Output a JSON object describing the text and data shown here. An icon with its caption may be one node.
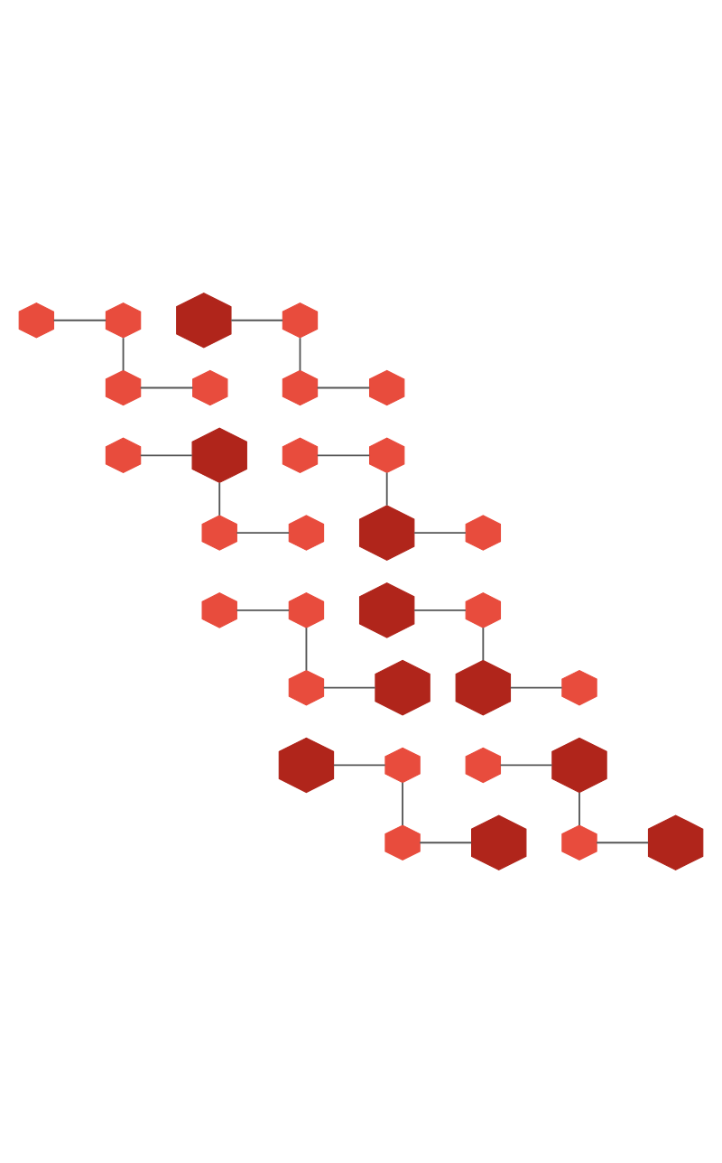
{
  "diagram": {
    "nodes": [
      {
        "text": [],
        "shape": "hexagon"
      },
      {
        "text": [],
        "shape": "hexagon"
      },
      {
        "text": [],
        "shape": "hexagon"
      },
      {
        "text": [],
        "shape": "hexagon"
      },
      {
        "text": [],
        "shape": "hexagon"
      },
      {
        "text": [],
        "shape": "hexagon"
      },
      {
        "text": [],
        "shape": "hexagon"
      },
      {
        "text": [],
        "shape": "hexagon"
      },
      {
        "text": [],
        "shape": "hexagon"
      },
      {
        "text": [],
        "shape": "hexagon"
      },
      {
        "text": [],
        "shape": "hexagon"
      },
      {
        "text": [],
        "shape": "hexagon"
      },
      {
        "text": [],
        "shape": "hexagon"
      },
      {
        "text": [],
        "shape": "hexagon"
      },
      {
        "text": [],
        "shape": "hexagon"
      },
      {
        "text": [],
        "shape": "hexagon"
      },
      {
        "text": [],
        "shape": "hexagon"
      },
      {
        "text": [],
        "shape": "hexagon"
      },
      {
        "text": [],
        "shape": "hexagon"
      },
      {
        "text": [],
        "shape": "hexagon"
      },
      {
        "text": [],
        "shape": "hexagon"
      },
      {
        "text": [],
        "shape": "hexagon"
      },
      {
        "text": [],
        "shape": "hexagon"
      },
      {
        "text": [],
        "shape": "hexagon"
      },
      {
        "text": [],
        "shape": "hexagon"
      },
      {
        "text": [],
        "shape": "hexagon"
      },
      {
        "text": [],
        "shape": "hexagon"
      },
      {
        "text": [],
        "shape": "hexagon"
      },
      {
        "text": [],
        "shape": "hexagon"
      },
      {
        "text": [],
        "shape": "hexagon"
      },
      {
        "text": [],
        "shape": "hexagon"
      },
      {
        "text": [],
        "shape": "hexagon"
      }
    ],
    "edges": [
      {
        "from": 0,
        "to": 1,
        "arrow": "none"
      },
      {
        "from": 1,
        "to": 2,
        "arrow": "none"
      },
      {
        "from": 2,
        "to": 3,
        "arrow": "none"
      },
      {
        "from": 4,
        "to": 5,
        "arrow": "none"
      },
      {
        "from": 5,
        "to": 6,
        "arrow": "none"
      },
      {
        "from": 6,
        "to": 7,
        "arrow": "none"
      },
      {
        "from": 8,
        "to": 9,
        "arrow": "none"
      },
      {
        "from": 9,
        "to": 10,
        "arrow": "none"
      },
      {
        "from": 10,
        "to": 11,
        "arrow": "none"
      },
      {
        "from": 12,
        "to": 13,
        "arrow": "none"
      },
      {
        "from": 13,
        "to": 14,
        "arrow": "none"
      },
      {
        "from": 14,
        "to": 15,
        "arrow": "none"
      },
      {
        "from": 16,
        "to": 17,
        "arrow": "none"
      },
      {
        "from": 17,
        "to": 18,
        "arrow": "none"
      },
      {
        "from": 18,
        "to": 19,
        "arrow": "none"
      },
      {
        "from": 20,
        "to": 21,
        "arrow": "none"
      },
      {
        "from": 21,
        "to": 22,
        "arrow": "none"
      },
      {
        "from": 22,
        "to": 23,
        "arrow": "none"
      },
      {
        "from": 24,
        "to": 25,
        "arrow": "none"
      },
      {
        "from": 25,
        "to": 26,
        "arrow": "none"
      },
      {
        "from": 26,
        "to": 27,
        "arrow": "none"
      },
      {
        "from": 28,
        "to": 29,
        "arrow": "none"
      },
      {
        "from": 29,
        "to": 30,
        "arrow": "none"
      },
      {
        "from": 30,
        "to": 31,
        "arrow": "none"
      }
    ]
  }
}
